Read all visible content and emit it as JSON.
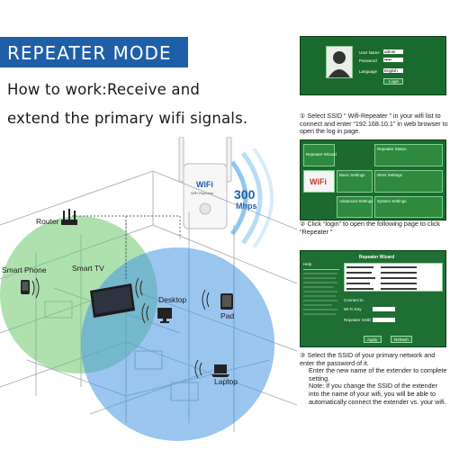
{
  "banner": {
    "title": "REPEATER MODE"
  },
  "headline": {
    "line1": "How to work:Receive and",
    "line2": "extend the primary wifi signals."
  },
  "device_labels": {
    "router": "Router",
    "smart_phone": "Smart Phone",
    "smart_tv": "Smart TV",
    "desktop": "Desktop",
    "pad": "Pad",
    "laptop": "Laptop"
  },
  "repeater": {
    "brand_line1": "WiFi",
    "brand_line2": "WiFi Repeater",
    "speed_value": "300",
    "speed_unit": "Mbps"
  },
  "login_screen": {
    "user_name_label": "User Name",
    "user_name_value": "admin",
    "password_label": "Password",
    "password_value": "•••••",
    "language_label": "Language",
    "language_value": "English",
    "login_button": "Login"
  },
  "wizard_screen": {
    "repeater_wizard": "Repeater Wizard",
    "repeater_status": "Repeater Status",
    "basic_settings": "Basic Settings",
    "wan_settings": "WAN Settings",
    "wifi_label": "WiFi",
    "advanced_settings": "Advanced Settings",
    "system_settings": "System Settings"
  },
  "ssid_screen": {
    "title": "Repeater Wizard",
    "help": "Help",
    "connect_to": "Connect to",
    "wifi_key": "Wi-Fi Key",
    "repeater_ssid": "Repeater SSID",
    "apply": "Apply",
    "refresh": "Refresh"
  },
  "steps": {
    "step1": "① Select SSID “ Wifi-Repeater ” in your wifi list to connect and enter “192.168.10.1” in web browser to open the log in page.",
    "step2": "② Click “login” to open the following page to click “Repeater ”",
    "step3_a": "③ Select the SSID of your primary network and enter the password of it.",
    "step3_b": "Enter the new name of the extender to complete setting.",
    "step3_c": "Note: If you change the SSID of the extender into the name of your wifi, you will be able to automatically connect the extender vs. your wifi."
  },
  "colors": {
    "banner": "#1f5fa8",
    "screen_green": "#1b6a2d",
    "zone_green": "#6ec86e",
    "zone_blue": "#4696e1",
    "speed": "#1f5fa8"
  }
}
